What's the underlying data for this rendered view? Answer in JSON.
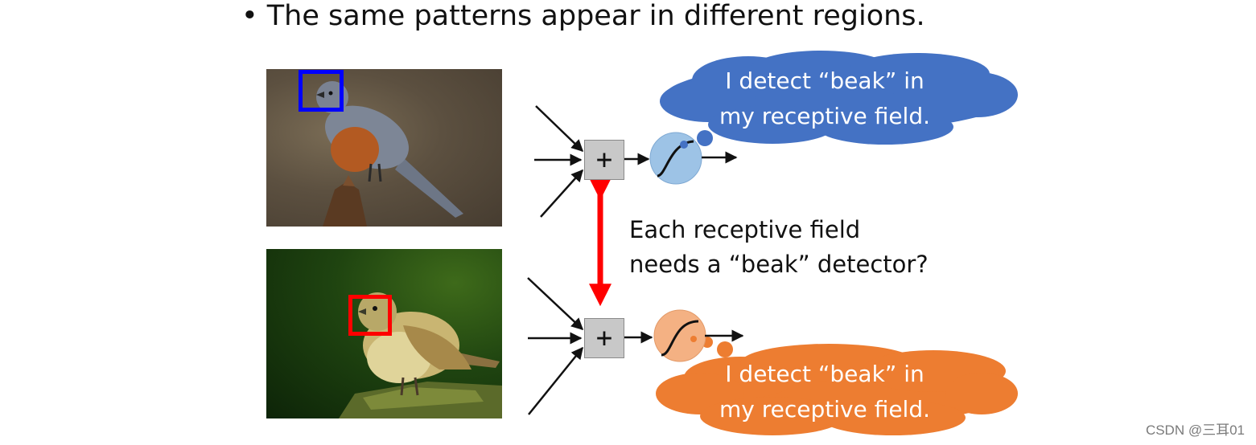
{
  "heading": {
    "bullet": "•",
    "text": "The same patterns appear in different regions."
  },
  "middle": {
    "line1": "Each receptive field",
    "line2": "needs a “beak” detector?"
  },
  "top_cloud": {
    "line1": "I detect “beak” in",
    "line2": "my receptive field.",
    "color": "#4472C4"
  },
  "bottom_cloud": {
    "line1": "I detect “beak” in",
    "line2": "my receptive field.",
    "color": "#ED7D31"
  },
  "neurons": {
    "top_symbol": "+",
    "bottom_symbol": "+"
  },
  "colors": {
    "top_box": "#0000FF",
    "bottom_box": "#FF0000",
    "double_arrow": "#FF0000",
    "top_neuron": "#9DC3E6",
    "bottom_neuron": "#F4B183"
  },
  "watermark": "CSDN @三耳01"
}
